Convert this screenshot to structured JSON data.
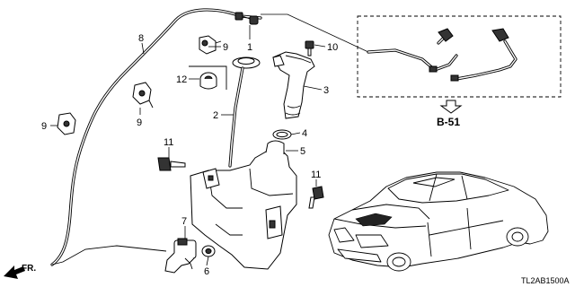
{
  "diagram": {
    "callouts": [
      "1",
      "2",
      "3",
      "4",
      "5",
      "6",
      "7",
      "8",
      "9",
      "9",
      "9",
      "10",
      "11",
      "11",
      "12"
    ],
    "reference_label": "B-51",
    "diagram_code": "TL2AB1500A",
    "front_indicator": "FR."
  }
}
